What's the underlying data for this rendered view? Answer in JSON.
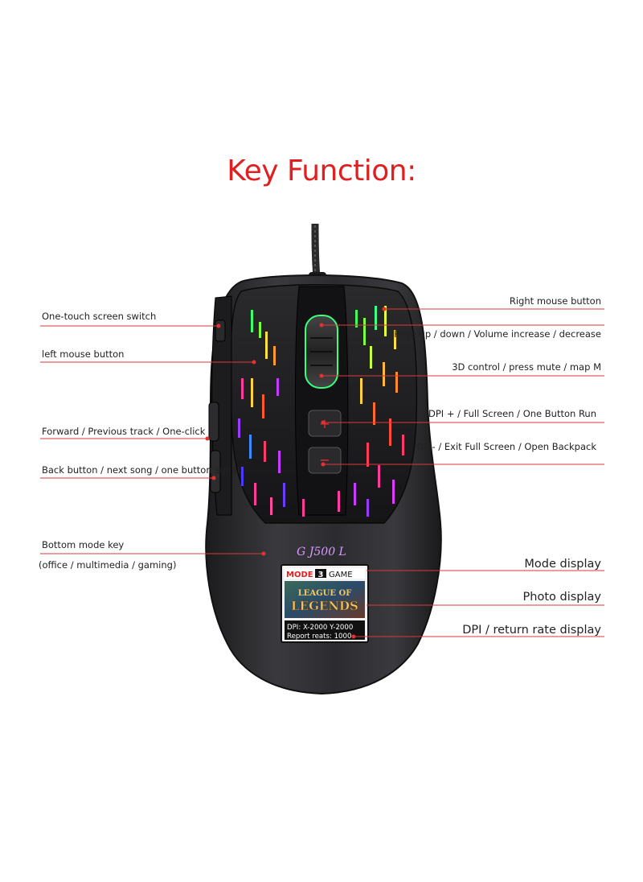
{
  "title": "Key Function:",
  "mouse": {
    "logo": "G J500 L",
    "display": {
      "mode_label": "MODE",
      "mode_number": "3",
      "mode_name": "GAME",
      "photo_line1": "LEAGUE OF",
      "photo_line2": "LEGENDS",
      "dpi_line": "DPI: X-2000  Y-2000",
      "report_line": "Report reats:  1000"
    }
  },
  "labels_left": [
    {
      "id": "one-touch",
      "text": "One-touch screen switch"
    },
    {
      "id": "left-button",
      "text": "left mouse button"
    },
    {
      "id": "forward",
      "text": "Forward / Previous track / One-click"
    },
    {
      "id": "back",
      "text": "Back button / next song / one button squat"
    },
    {
      "id": "bottom-mode",
      "text": "Bottom mode key"
    },
    {
      "id": "bottom-mode-sub",
      "text": "(office / multimedia / gaming)"
    }
  ],
  "labels_right": [
    {
      "id": "right-button",
      "text": "Right mouse button"
    },
    {
      "id": "page-up",
      "text": "Page up / down / Volume increase / decrease"
    },
    {
      "id": "3d-control",
      "text": "3D control / press mute / map M"
    },
    {
      "id": "dpi-plus",
      "text": "DPI + / Full Screen / One Button Run"
    },
    {
      "id": "dpi-minus",
      "text": "DPI- / Exit Full Screen / Open Backpack"
    },
    {
      "id": "mode-display",
      "text": "Mode display"
    },
    {
      "id": "photo-display",
      "text": "Photo display"
    },
    {
      "id": "dpi-display",
      "text": "DPI / return rate display"
    }
  ],
  "colors": {
    "title": "#e02020",
    "leader": "#d83a3a",
    "body": "#2a2a2c",
    "accent": "#e83030"
  }
}
